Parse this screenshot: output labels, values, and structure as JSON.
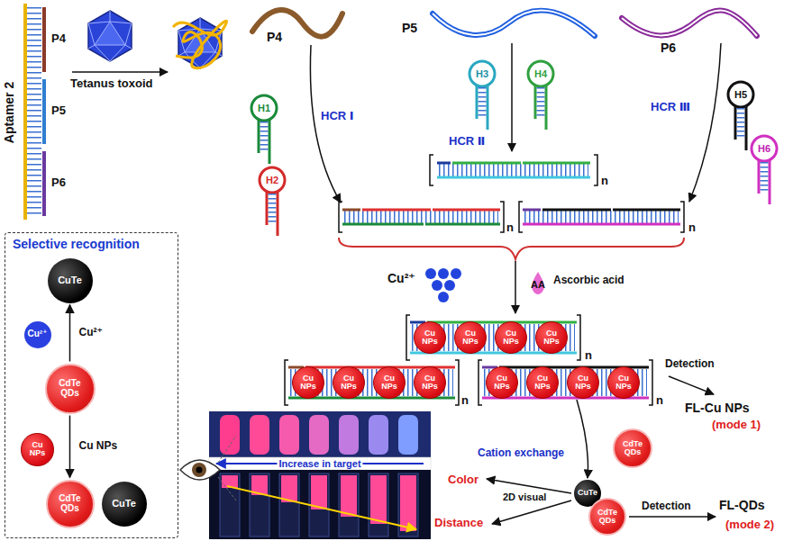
{
  "diagram": {
    "nodes": [
      {
        "text": [
          "Cu NPs"
        ]
      },
      {
        "text": [
          "Cu NPs"
        ]
      },
      {
        "text": [
          "Cu NPs"
        ]
      },
      {
        "text": [
          "Cu NPs"
        ]
      },
      {
        "text": [
          "Cu NPs"
        ]
      },
      {
        "text": [
          "Cu NPs"
        ]
      },
      {
        "text": [
          "Cu NPs"
        ]
      },
      {
        "text": [
          "Cu NPs"
        ]
      },
      {
        "text": [
          "Cu NPs"
        ]
      },
      {
        "text": [
          "Cu NPs"
        ]
      },
      {
        "text": [
          "Cu NPs"
        ]
      },
      {
        "text": [
          "Cu NPs"
        ]
      },
      {
        "text": [
          "CdTe QDs"
        ]
      },
      {
        "text": [
          "CuTe"
        ]
      },
      {
        "text": [
          "CdTe QDs"
        ]
      },
      {
        "text": [
          "Selective recognition"
        ]
      },
      {
        "text": [
          "CuTe"
        ],
        "in": 15
      },
      {
        "text": [
          "Cu²⁺"
        ],
        "in": 15
      },
      {
        "text": [
          "CdTe QDs"
        ],
        "in": 15
      },
      {
        "text": [
          "Cu NPs"
        ],
        "in": 15
      },
      {
        "text": [
          "CdTe QDs"
        ],
        "in": 15
      },
      {
        "text": [
          "CuTe"
        ],
        "in": 15
      }
    ],
    "edges": [
      {
        "from": 18,
        "to": 16,
        "arrow": "to",
        "label": "Cu²⁺"
      },
      {
        "from": 18,
        "to": 20,
        "arrow": "to",
        "label": "Cu NPs"
      }
    ],
    "labels": [
      "Aptamer 2",
      "P4",
      "P5",
      "P6",
      "Tetanus toxoid",
      "P4",
      "P5",
      "P6",
      "H1",
      "H2",
      "HCR Ⅰ",
      "H3",
      "H4",
      "HCR Ⅱ",
      "H5",
      "H6",
      "HCR Ⅲ",
      "n",
      "n",
      "n",
      "Cu²⁺",
      "AA",
      "Ascorbic acid",
      "n",
      "n",
      "n",
      "Detection",
      "FL-Cu NPs",
      "(mode 1)",
      "Cation exchange",
      "Detection",
      "FL-QDs",
      "(mode 2)",
      "2D visual",
      "Color",
      "Distance",
      "Increase in target"
    ]
  }
}
